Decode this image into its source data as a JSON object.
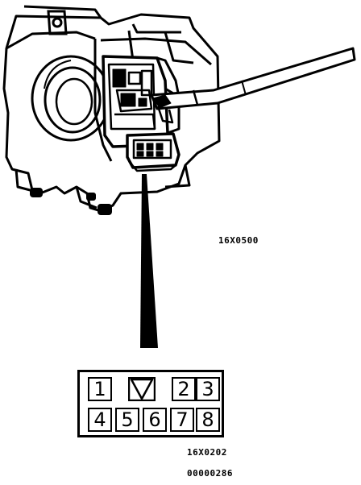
{
  "labels": {
    "top_code": "16X0500",
    "connector_code": "16X0202",
    "figure_code": "00000286"
  },
  "connector": {
    "top_row": [
      {
        "pin": "1"
      },
      {
        "pin": ""
      },
      {
        "pin": ""
      },
      {
        "pin": "2"
      },
      {
        "pin": "3"
      }
    ],
    "bottom_row": [
      {
        "pin": "4"
      },
      {
        "pin": "5"
      },
      {
        "pin": "6"
      },
      {
        "pin": "7"
      },
      {
        "pin": "8"
      }
    ]
  }
}
